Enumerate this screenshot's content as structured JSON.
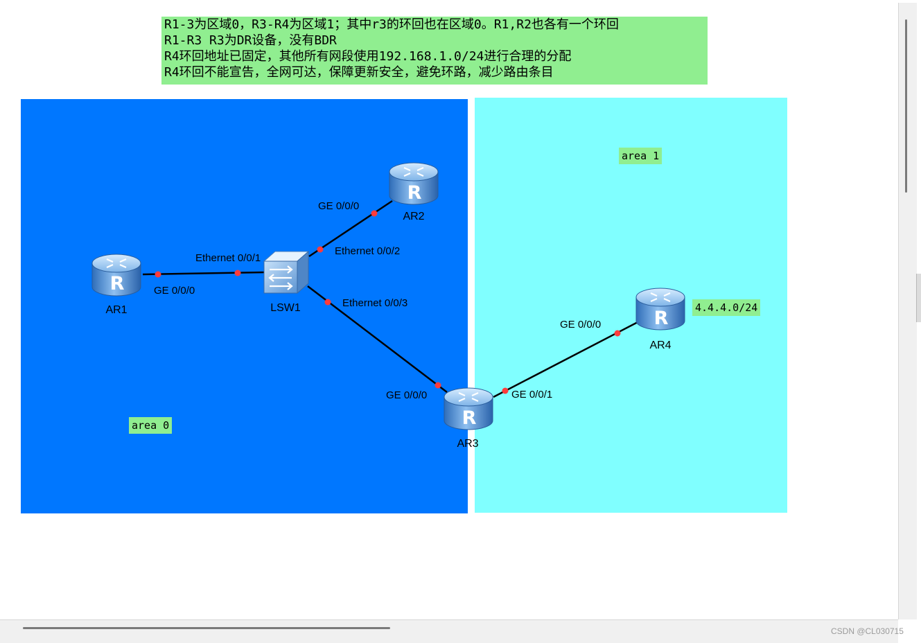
{
  "notes": [
    "R1-3为区域0，R3-R4为区域1；其中r3的环回也在区域0。R1,R2也各有一个环回",
    "R1-R3 R3为DR设备，没有BDR",
    "R4环回地址已固定，其他所有网段使用192.168.1.0/24进行合理的分配",
    "R4环回不能宣告，全网可达，保障更新安全，避免环路，减少路由条目"
  ],
  "areas": [
    {
      "label": "area 0",
      "color": "#0077ff"
    },
    {
      "label": "area 1",
      "color": "#80ffff"
    }
  ],
  "loopback_label": "4.4.4.0/24",
  "devices": [
    {
      "id": "ar1",
      "label": "AR1",
      "type": "router"
    },
    {
      "id": "ar2",
      "label": "AR2",
      "type": "router"
    },
    {
      "id": "ar3",
      "label": "AR3",
      "type": "router"
    },
    {
      "id": "ar4",
      "label": "AR4",
      "type": "router"
    },
    {
      "id": "lsw1",
      "label": "LSW1",
      "type": "switch"
    }
  ],
  "router_glyph": "R",
  "links": [
    {
      "a": "ar1",
      "a_port": "GE 0/0/0",
      "b": "lsw1",
      "b_port": "Ethernet 0/0/1"
    },
    {
      "a": "lsw1",
      "a_port": "Ethernet 0/0/2",
      "b": "ar2",
      "b_port": "GE 0/0/0"
    },
    {
      "a": "lsw1",
      "a_port": "Ethernet 0/0/3",
      "b": "ar3",
      "b_port": "GE 0/0/0"
    },
    {
      "a": "ar3",
      "a_port": "GE 0/0/1",
      "b": "ar4",
      "b_port": "GE 0/0/0"
    }
  ],
  "watermark": "CSDN @CL030715",
  "colors": {
    "note_bg": "#90ee90",
    "port_dot": "#ff3b3b",
    "link": "#000000",
    "router_body": "#3a78c8"
  }
}
